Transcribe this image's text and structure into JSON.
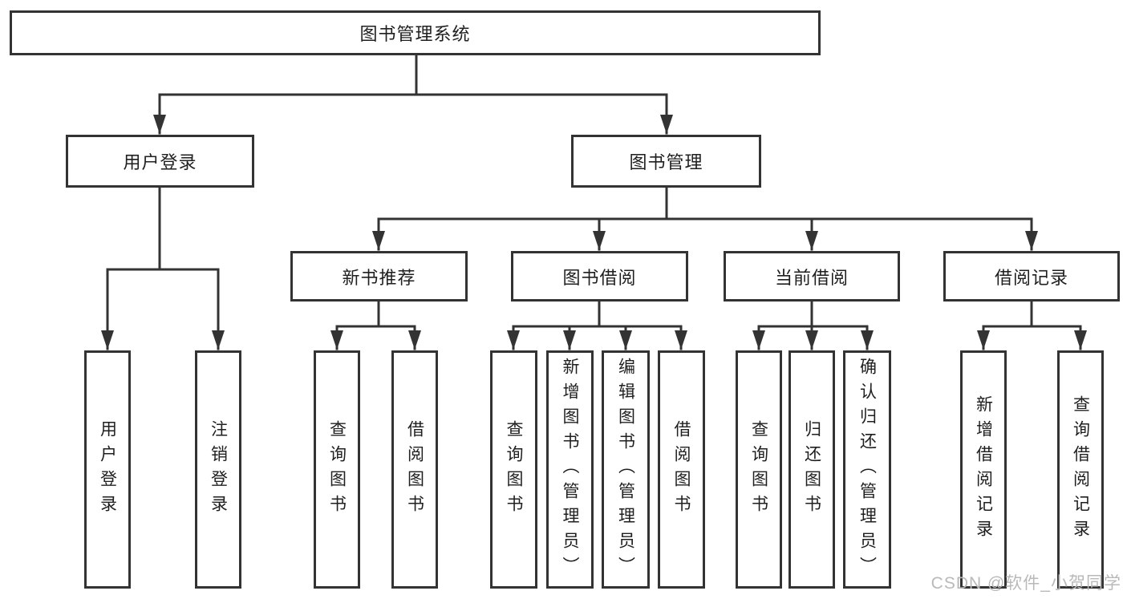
{
  "colors": {
    "line": "#333333",
    "text": "#1f1f1f",
    "box_bg": "#ffffff",
    "watermark": "#b9b9b9"
  },
  "watermark": {
    "text": "CSDN @软件_小贺同学"
  },
  "tree": {
    "root": "图书管理系统",
    "branches": [
      {
        "label": "用户登录",
        "children": [
          "用户登录",
          "注销登录"
        ]
      },
      {
        "label": "图书管理",
        "sections": [
          {
            "label": "新书推荐",
            "children": [
              "查询图书",
              "借阅图书"
            ]
          },
          {
            "label": "图书借阅",
            "children": [
              "查询图书",
              "新增图书（管理员）",
              "编辑图书（管理员）",
              "借阅图书"
            ]
          },
          {
            "label": "当前借阅",
            "children": [
              "查询图书",
              "归还图书",
              "确认归还（管理员）"
            ]
          },
          {
            "label": "借阅记录",
            "children": [
              "新增借阅记录",
              "查询借阅记录"
            ]
          }
        ]
      }
    ]
  }
}
